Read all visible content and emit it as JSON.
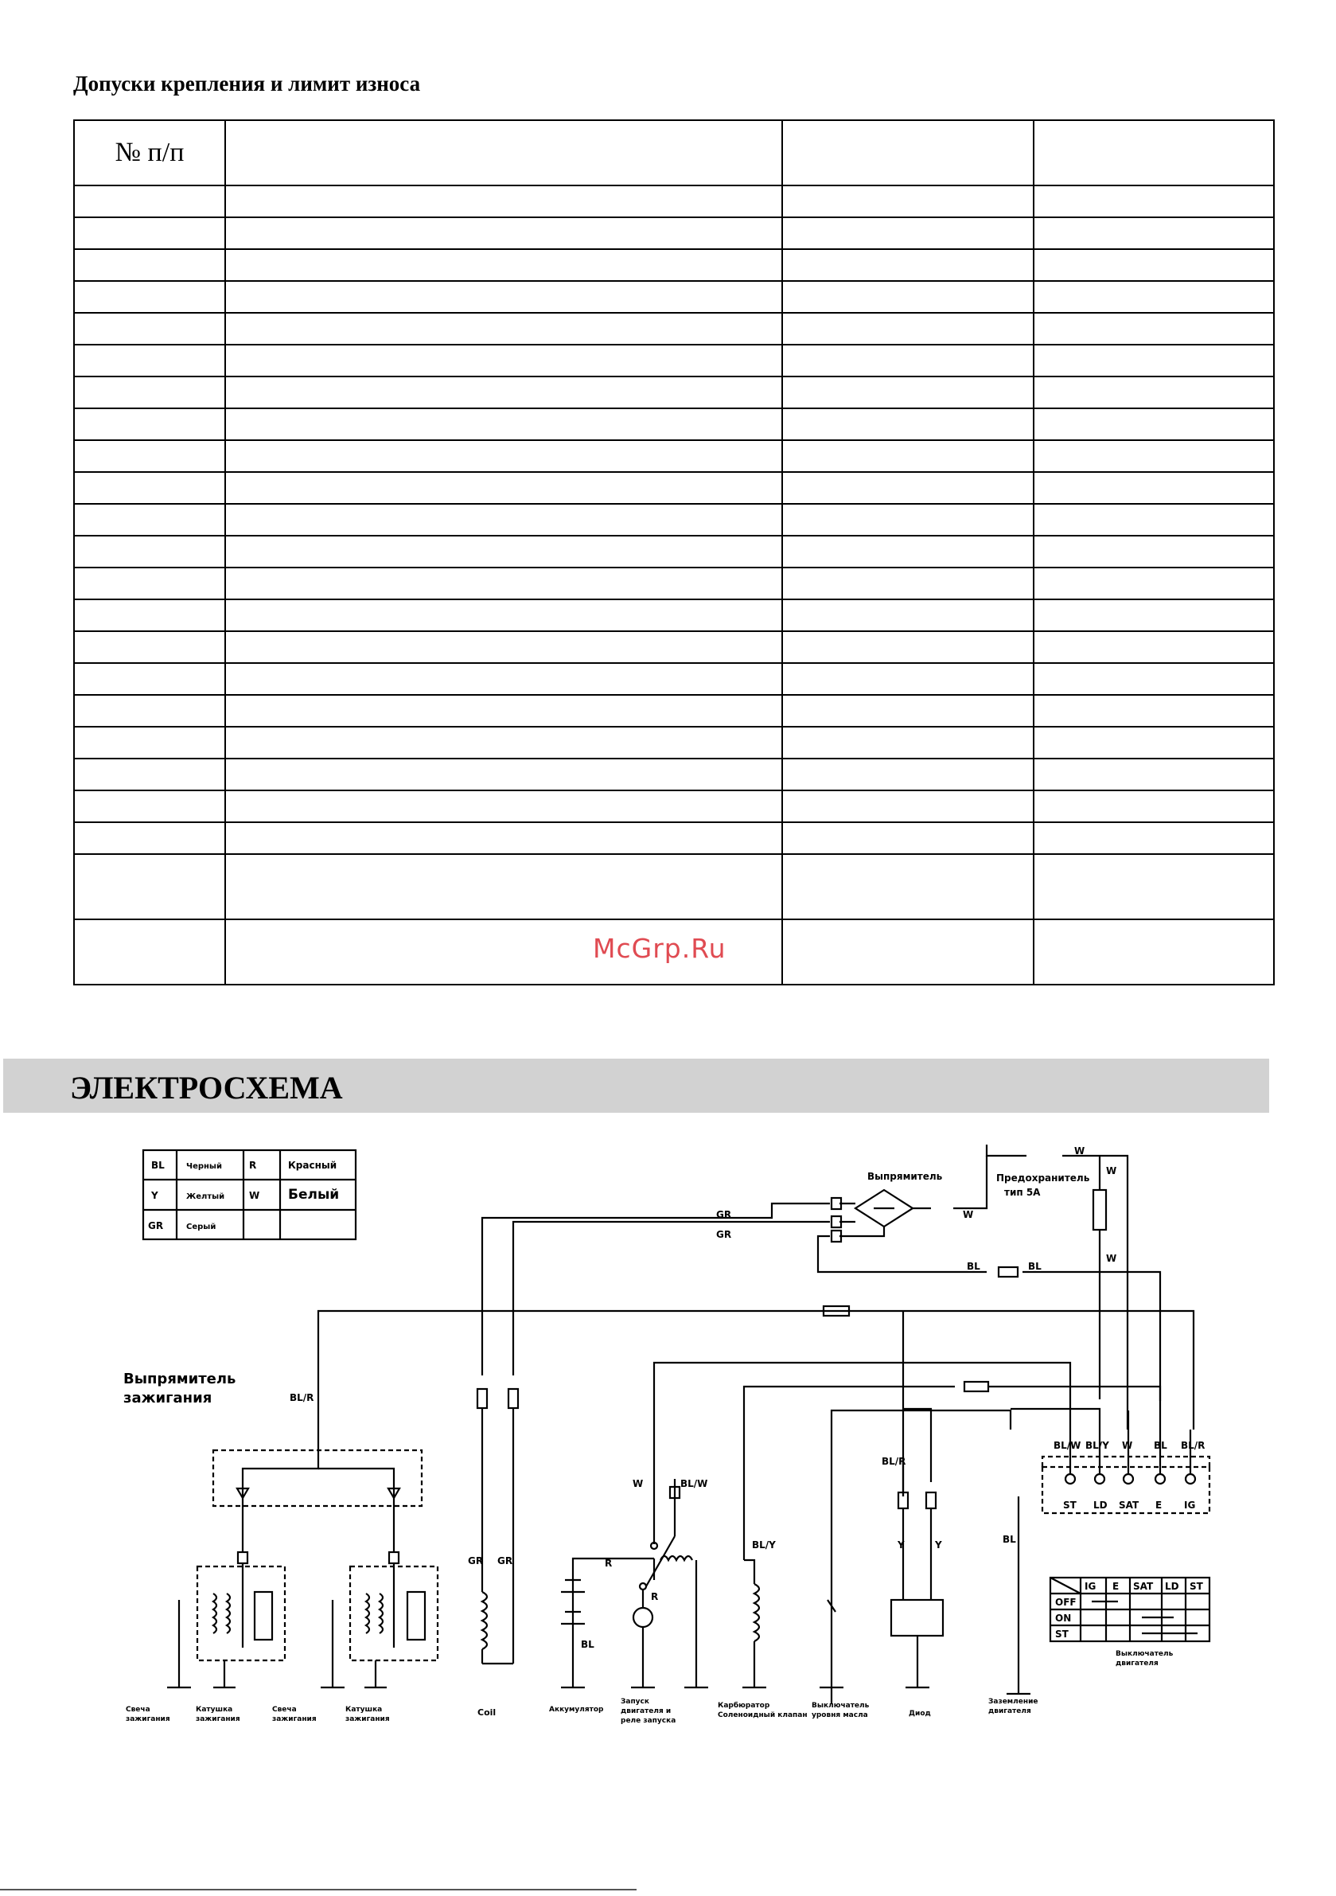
{
  "page": {
    "title": "Допуски крепления и лимит износа",
    "table": {
      "header": [
        "№ п/п",
        "",
        "",
        ""
      ],
      "rows": [
        [
          "",
          "",
          "",
          ""
        ],
        [
          "",
          "",
          "",
          ""
        ],
        [
          "",
          "",
          "",
          ""
        ],
        [
          "",
          "",
          "",
          ""
        ],
        [
          "",
          "",
          "",
          ""
        ],
        [
          "",
          "",
          "",
          ""
        ],
        [
          "",
          "",
          "",
          ""
        ],
        [
          "",
          "",
          "",
          ""
        ],
        [
          "",
          "",
          "",
          ""
        ],
        [
          "",
          "",
          "",
          ""
        ],
        [
          "",
          "",
          "",
          ""
        ],
        [
          "",
          "",
          "",
          ""
        ],
        [
          "",
          "",
          "",
          ""
        ],
        [
          "",
          "",
          "",
          ""
        ],
        [
          "",
          "",
          "",
          ""
        ],
        [
          "",
          "",
          "",
          ""
        ],
        [
          "",
          "",
          "",
          ""
        ],
        [
          "",
          "",
          "",
          ""
        ],
        [
          "",
          "",
          "",
          ""
        ],
        [
          "",
          "",
          "",
          ""
        ],
        [
          "",
          "",
          "",
          ""
        ],
        [
          "",
          "",
          "",
          ""
        ],
        [
          "",
          "",
          "",
          ""
        ]
      ]
    },
    "watermark": "McGrp.Ru",
    "section_title": "ЭЛЕКТРОСХЕМА"
  },
  "schematic": {
    "legend": [
      [
        "BL",
        "Черный",
        "R",
        "Красный"
      ],
      [
        "Y",
        "Желтый",
        "W",
        "Белый"
      ],
      [
        "GR",
        "Серый",
        "",
        ""
      ]
    ],
    "labels": {
      "rectifier": "Выпрямитель",
      "fuse": "Предохранитель",
      "fuse_type": "тип 5А",
      "ignition_rectifier_1": "Выпрямитель",
      "ignition_rectifier_2": "зажигания",
      "spark_plug_1": "Свеча",
      "spark_plug_2": "зажигания",
      "ign_coil_1": "Катушка",
      "ign_coil_2": "зажигания",
      "coil": "Coil",
      "battery": "Аккумулятор",
      "starter_1": "Запуск",
      "starter_2": "двигателя и",
      "starter_3": "реле запуска",
      "carb_1": "Карбюратор",
      "carb_2": "Соленоидный клапан",
      "oil_1": "Выключатель",
      "oil_2": "уровня масла",
      "diode": "Диод",
      "ground_1": "Заземление",
      "ground_2": "двигателя",
      "switch_1": "Выключатель",
      "switch_2": "двигателя"
    },
    "wires": {
      "gr": "GR",
      "w": "W",
      "bl": "BL",
      "blr": "BL/R",
      "blw": "BL/W",
      "bly": "BL/Y",
      "r": "R",
      "y": "Y",
      "blw2": "BL/W"
    },
    "terminals": {
      "top": [
        "BL/W",
        "BL/Y",
        "W",
        "BL",
        "BL/R"
      ],
      "bottom": [
        "ST",
        "LD",
        "SAT",
        "E",
        "IG"
      ]
    },
    "switch_table": {
      "cols": [
        "IG",
        "E",
        "SAT",
        "LD",
        "ST"
      ],
      "rows": [
        "OFF",
        "ON",
        "ST"
      ]
    }
  }
}
